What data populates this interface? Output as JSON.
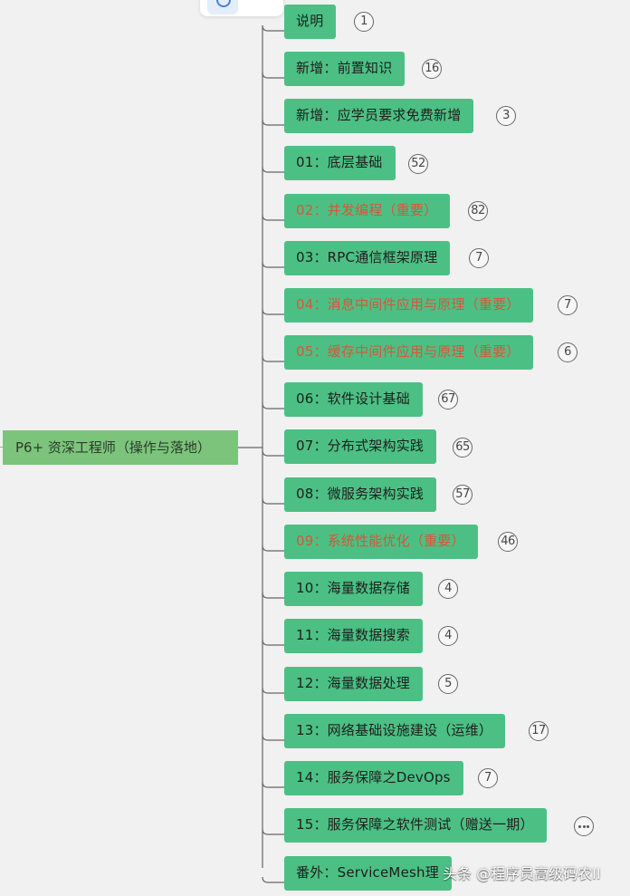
{
  "root": {
    "label": "P6+ 资深工程师（操作与落地）"
  },
  "children": [
    {
      "label": "说明",
      "count": "1",
      "important": false
    },
    {
      "label": "新增：前置知识",
      "count": "16",
      "important": false
    },
    {
      "label": "新增：应学员要求免费新增",
      "count": "3",
      "important": false
    },
    {
      "label": "01：底层基础",
      "count": "52",
      "important": false
    },
    {
      "label": "02：并发编程（重要）",
      "count": "82",
      "important": true
    },
    {
      "label": "03：RPC通信框架原理",
      "count": "7",
      "important": false
    },
    {
      "label": "04：消息中间件应用与原理（重要）",
      "count": "7",
      "important": true
    },
    {
      "label": "05：缓存中间件应用与原理（重要）",
      "count": "6",
      "important": true
    },
    {
      "label": "06：软件设计基础",
      "count": "67",
      "important": false
    },
    {
      "label": "07：分布式架构实践",
      "count": "65",
      "important": false
    },
    {
      "label": "08：微服务架构实践",
      "count": "57",
      "important": false
    },
    {
      "label": "09：系统性能优化（重要）",
      "count": "46",
      "important": true
    },
    {
      "label": "10：海量数据存储",
      "count": "4",
      "important": false
    },
    {
      "label": "11：海量数据搜索",
      "count": "4",
      "important": false
    },
    {
      "label": "12：海量数据处理",
      "count": "5",
      "important": false
    },
    {
      "label": "13：网络基础设施建设（运维）",
      "count": "17",
      "important": false
    },
    {
      "label": "14：服务保障之DevOps",
      "count": "7",
      "important": false
    },
    {
      "label": "15：服务保障之软件测试（赠送一期）",
      "count": "",
      "more": true,
      "important": false
    },
    {
      "label": "番外：ServiceMesh理",
      "count": "",
      "important": false
    }
  ],
  "watermark": "头条 @程序员高级码农II",
  "colors": {
    "node": "#4cc084",
    "root": "#7cc47c",
    "important_text": "#d9553a",
    "connector": "#666666"
  },
  "icons": [
    "collapse-icon",
    "menu-icon",
    "more-icon"
  ]
}
